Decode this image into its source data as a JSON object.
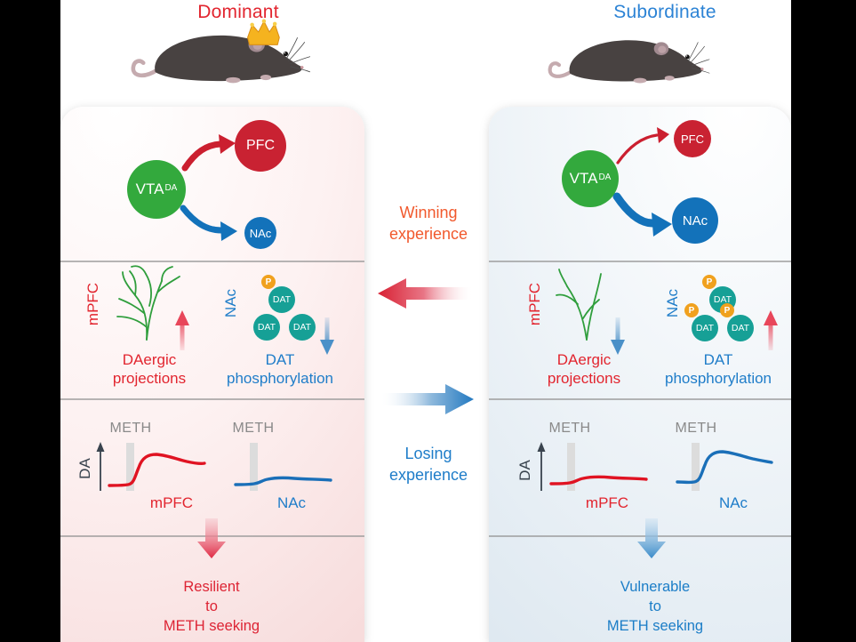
{
  "panels": {
    "left": {
      "title": "Dominant",
      "circuit": {
        "vta": "VTA",
        "vta_sup": "DA",
        "pfc": "PFC",
        "nac": "NAc"
      },
      "mpfc_module": {
        "region": "mPFC",
        "caption": [
          "DAergic",
          "projections"
        ]
      },
      "nac_module": {
        "region": "NAc",
        "dat_label": "DAT",
        "p_label": "P",
        "caption": [
          "DAT",
          "phosphorylation"
        ]
      },
      "meth_module": {
        "axis": "DA",
        "meth_mpfc": "METH",
        "meth_nac": "METH",
        "mpfc_label": "mPFC",
        "nac_label": "NAc"
      },
      "outcome": [
        "Resilient",
        "to",
        "METH seeking"
      ]
    },
    "right": {
      "title": "Subordinate",
      "circuit": {
        "vta": "VTA",
        "vta_sup": "DA",
        "pfc": "PFC",
        "nac": "NAc"
      },
      "mpfc_module": {
        "region": "mPFC",
        "caption": [
          "DAergic",
          "projections"
        ]
      },
      "nac_module": {
        "region": "NAc",
        "dat_label": "DAT",
        "p_label": "P",
        "caption": [
          "DAT",
          "phosphorylation"
        ]
      },
      "meth_module": {
        "axis": "DA",
        "meth_mpfc": "METH",
        "meth_nac": "METH",
        "mpfc_label": "mPFC",
        "nac_label": "NAc"
      },
      "outcome": [
        "Vulnerable",
        "to",
        "METH seeking"
      ]
    }
  },
  "middle": {
    "winning": [
      "Winning",
      "experience"
    ],
    "losing": [
      "Losing",
      "experience"
    ]
  },
  "colors": {
    "dominant_red": "#e2252f",
    "subordinate_blue": "#2c83d5",
    "winning_orange": "#f1592d",
    "losing_blue": "#1f7dc9",
    "vta_green": "#33a93d",
    "pfc_red": "#c92232",
    "nac_blue": "#1372ba",
    "dat_teal": "#16a096",
    "p_orange": "#f0a11e",
    "meth_grey": "#8a8a8a",
    "divider_grey": "#9a9a9a"
  }
}
